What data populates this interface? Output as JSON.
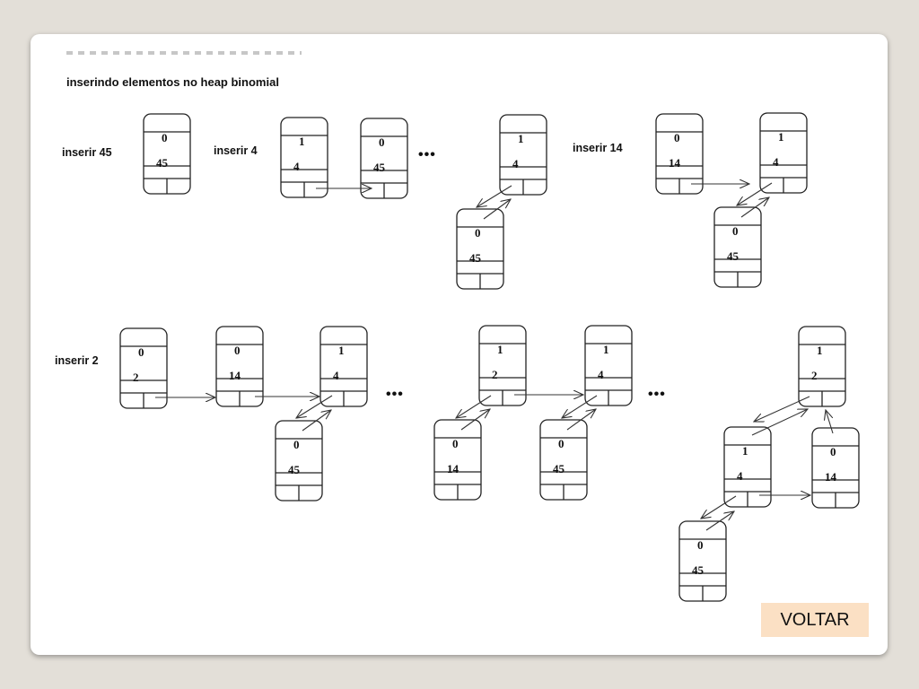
{
  "title": "inserindo elementos no heap binomial",
  "button": {
    "voltar": "VOLTAR"
  },
  "ellipsis": "•••",
  "steps": {
    "s45": "inserir 45",
    "s4": "inserir 4",
    "s14": "inserir 14",
    "s2": "inserir 2"
  },
  "nodes": {
    "a": {
      "degree": "0",
      "key": "45"
    },
    "b1": {
      "degree": "1",
      "key": "4"
    },
    "b2": {
      "degree": "0",
      "key": "45"
    },
    "c1": {
      "degree": "1",
      "key": "4"
    },
    "c2": {
      "degree": "0",
      "key": "45"
    },
    "d1": {
      "degree": "0",
      "key": "14"
    },
    "d2": {
      "degree": "1",
      "key": "4"
    },
    "d3": {
      "degree": "0",
      "key": "45"
    },
    "e1": {
      "degree": "0",
      "key": "2"
    },
    "e2": {
      "degree": "0",
      "key": "14"
    },
    "e3": {
      "degree": "1",
      "key": "4"
    },
    "e4": {
      "degree": "0",
      "key": "45"
    },
    "f1": {
      "degree": "1",
      "key": "2"
    },
    "f2": {
      "degree": "0",
      "key": "14"
    },
    "f3": {
      "degree": "1",
      "key": "4"
    },
    "f4": {
      "degree": "0",
      "key": "45"
    },
    "g1": {
      "degree": "1",
      "key": "2"
    },
    "g2": {
      "degree": "1",
      "key": "4"
    },
    "g3": {
      "degree": "0",
      "key": "14"
    },
    "g4": {
      "degree": "0",
      "key": "45"
    }
  }
}
